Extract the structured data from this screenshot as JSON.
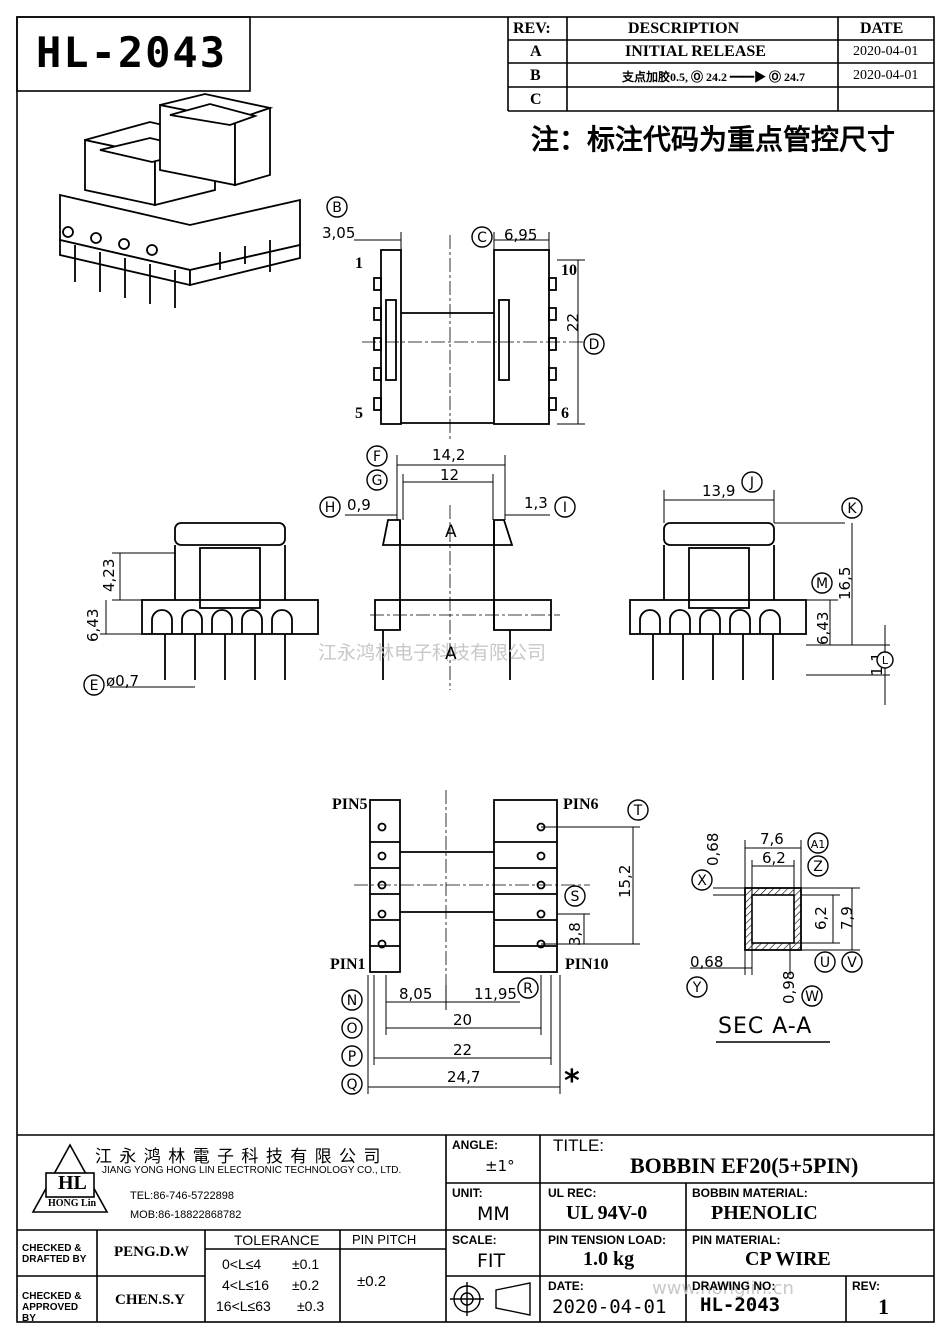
{
  "part_number": "HL-2043",
  "revision_table": {
    "headers": {
      "rev": "REV:",
      "description": "DESCRIPTION",
      "date": "DATE"
    },
    "rows": [
      {
        "rev": "A",
        "description": "INITIAL  RELEASE",
        "date": "2020-04-01"
      },
      {
        "rev": "B",
        "description": "支点加胶0.5, Ⓞ 24.2 ━━▶ Ⓞ 24.7",
        "date": "2020-04-01"
      },
      {
        "rev": "C",
        "description": "",
        "date": ""
      }
    ]
  },
  "note": "注：标注代码为重点管控尺寸",
  "watermark_text": "江永鸿林电子科技有限公司",
  "watermark_url": "www.honglin.cn",
  "views": {
    "top": {
      "balloons": {
        "b": "B",
        "c": "C",
        "d": "D"
      },
      "dims": {
        "b": "3,05",
        "c": "6,95",
        "d": "22"
      },
      "pins": {
        "p1": "1",
        "p5": "5",
        "p6": "6",
        "p10": "10"
      }
    },
    "side_left": {
      "balloons": {
        "e": "E"
      },
      "dims": {
        "top": "4,23",
        "base": "6,43",
        "pin": "ø0,7"
      }
    },
    "front": {
      "balloons": {
        "f": "F",
        "g": "G",
        "h": "H",
        "i": "I"
      },
      "dims": {
        "f": "14,2",
        "g": "12",
        "h": "0,9",
        "i": "1,3"
      },
      "section": "A"
    },
    "side_right": {
      "balloons": {
        "j": "J",
        "k": "K",
        "m": "M",
        "l": "L"
      },
      "dims": {
        "j": "13,9",
        "k": "16,5",
        "m": "6,43",
        "l": "1,1"
      }
    },
    "bottom": {
      "pins": {
        "pin5": "PIN5",
        "pin6": "PIN6",
        "pin1": "PIN1",
        "pin10": "PIN10"
      },
      "balloons": {
        "t": "T",
        "s": "S",
        "r": "R",
        "n": "N",
        "o": "O",
        "p": "P",
        "q": "Q"
      },
      "dims": {
        "t": "15,2",
        "s": "3,8",
        "r1": "8,05",
        "r2": "11,95",
        "o": "20",
        "p": "22",
        "q": "24,7"
      },
      "star": "*"
    },
    "section": {
      "balloons": {
        "a1": "A1",
        "z": "Z",
        "x": "X",
        "u": "U",
        "v": "V",
        "y": "Y",
        "w": "W"
      },
      "dims": {
        "a1": "7,6",
        "z": "6,2",
        "x": "0,68",
        "u": "6,2",
        "v": "7,9",
        "y": "0,68",
        "w": "0,98"
      },
      "label": "SEC  A-A"
    }
  },
  "title_block": {
    "company_cn": "江 永 鸿 林 電 子 科 技 有 限 公 司",
    "company_en": "JIANG YONG HONG LIN ELECTRONIC TECHNOLOGY CO., LTD.",
    "tel": "TEL:86-746-5722898",
    "mob": "MOB:86-18822868782",
    "logo_letters": "HL",
    "logo_name": "HONG Lin",
    "angle_label": "ANGLE:",
    "angle_value": "±1°",
    "title_label": "TITLE:",
    "title_value": "BOBBIN EF20(5+5PIN)",
    "unit_label": "UNIT:",
    "unit_value": "MM",
    "ul_label": "UL REC:",
    "ul_value": "UL 94V-0",
    "material_label": "BOBBIN MATERIAL:",
    "material_value": "PHENOLIC",
    "scale_label": "SCALE:",
    "scale_value": "FIT",
    "tension_label": "PIN TENSION LOAD:",
    "tension_value": "1.0 kg",
    "pin_material_label": "PIN MATERIAL:",
    "pin_material_value": "CP WIRE",
    "date_label": "DATE:",
    "date_value": "2020-04-01",
    "drawing_label": "DRAWING NO:",
    "drawing_value": "HL-2043",
    "rev_label": "REV:",
    "rev_value": "1",
    "checked_drafted": "CHECKED & DRAFTED BY",
    "drafted_name": "PENG.D.W",
    "checked_approved": "CHECKED & APPROVED BY",
    "approved_name": "CHEN.S.Y",
    "tolerance_label": "TOLERANCE",
    "pin_pitch_label": "PIN PITCH",
    "tolerances": [
      {
        "range": "0<L≤4",
        "value": "±0.1"
      },
      {
        "range": "4<L≤16",
        "value": "±0.2"
      },
      {
        "range": "16<L≤63",
        "value": "±0.3"
      }
    ],
    "pin_pitch_value": "±0.2"
  }
}
